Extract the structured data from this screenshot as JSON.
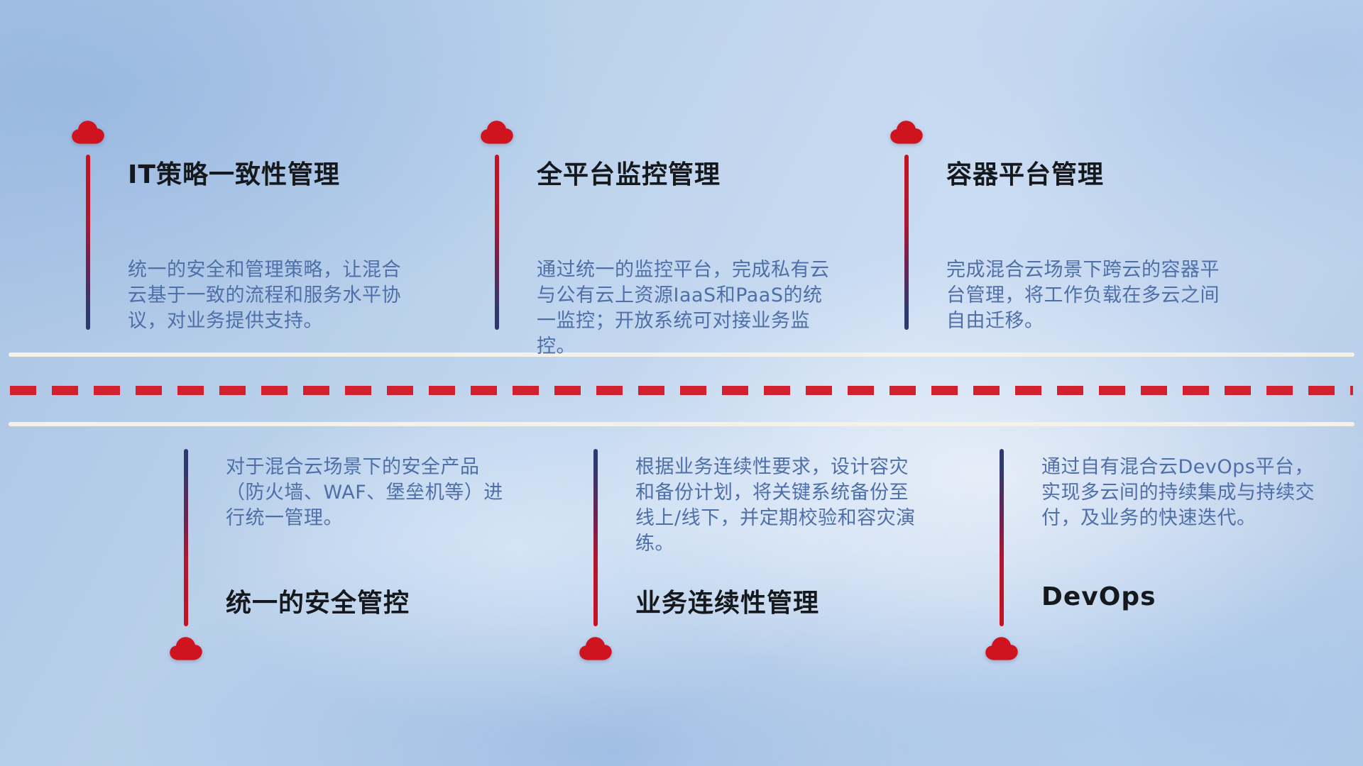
{
  "colors": {
    "cloud_red": "#d0141f",
    "dash_red": "#d1212e",
    "road_white": "#f4f1e8",
    "title_dark": "#15181c",
    "desc_blue": "#4f6fa8",
    "line_red": "#c9111f",
    "line_navy": "#2e3a6e"
  },
  "items": [
    {
      "id": "it-policy",
      "position": "top",
      "title": "IT策略一致性管理",
      "description": "统一的安全和管理策略，让混合云基于一致的流程和服务水平协议，对业务提供支持。"
    },
    {
      "id": "monitoring",
      "position": "top",
      "title": "全平台监控管理",
      "description": "通过统一的监控平台，完成私有云与公有云上资源IaaS和PaaS的统一监控；开放系统可对接业务监控。"
    },
    {
      "id": "container",
      "position": "top",
      "title": "容器平台管理",
      "description": "完成混合云场景下跨云的容器平台管理，将工作负载在多云之间自由迁移。"
    },
    {
      "id": "security",
      "position": "bottom",
      "title": "统一的安全管控",
      "description": "对于混合云场景下的安全产品（防火墙、WAF、堡垒机等）进行统一管理。"
    },
    {
      "id": "bcm",
      "position": "bottom",
      "title": "业务连续性管理",
      "description": "根据业务连续性要求，设计容灾和备份计划，将关键系统备份至线上/线下，并定期校验和容灾演练。"
    },
    {
      "id": "devops",
      "position": "bottom",
      "title": "DevOps",
      "description": "通过自有混合云DevOps平台，实现多云间的持续集成与持续交付，及业务的快速迭代。"
    }
  ]
}
